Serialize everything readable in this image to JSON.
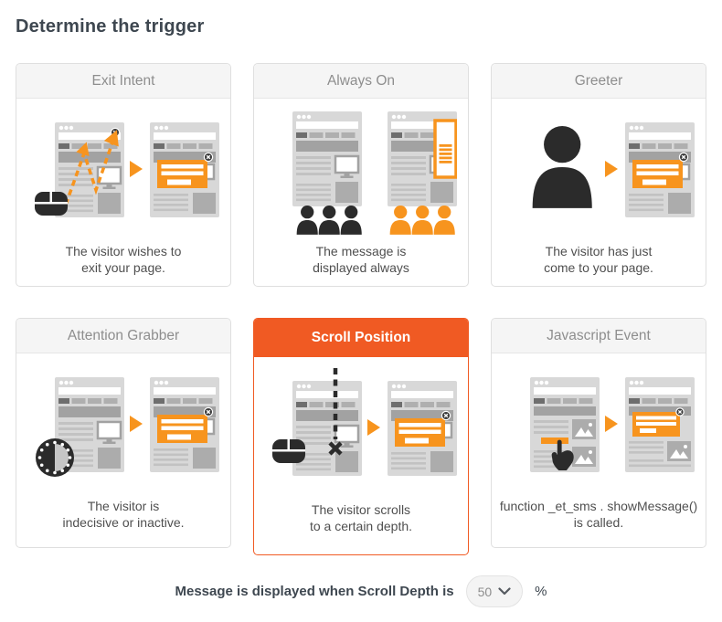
{
  "page": {
    "title": "Determine the trigger"
  },
  "colors": {
    "accent": "#F05A23",
    "illustration_orange": "#F7941E",
    "card_border": "#DFDFDF",
    "card_header_bg": "#F5F5F5",
    "card_header_text": "#8E8E8E",
    "selected_header_text": "#FFFFFF",
    "title_text": "#3E4750",
    "caption_text": "#4F4F4F"
  },
  "cards": [
    {
      "id": "exit-intent",
      "title": "Exit Intent",
      "desc1": "The visitor wishes to",
      "desc2": "exit your page.",
      "selected": false
    },
    {
      "id": "always-on",
      "title": "Always On",
      "desc1": "The message is",
      "desc2": "displayed always",
      "selected": false
    },
    {
      "id": "greeter",
      "title": "Greeter",
      "desc1": "The visitor has just",
      "desc2": "come to your page.",
      "selected": false
    },
    {
      "id": "attention-grabber",
      "title": "Attention Grabber",
      "desc1": "The visitor is",
      "desc2": "indecisive or inactive.",
      "selected": false
    },
    {
      "id": "scroll-position",
      "title": "Scroll Position",
      "desc1": "The visitor scrolls",
      "desc2": "to a certain depth.",
      "selected": true
    },
    {
      "id": "javascript-event",
      "title": "Javascript Event",
      "desc1": "function _et_sms . showMessage()",
      "desc2": "is called.",
      "selected": false
    }
  ],
  "scroll_depth_control": {
    "label": "Message is displayed when Scroll Depth is",
    "value": "50",
    "unit": "%"
  }
}
